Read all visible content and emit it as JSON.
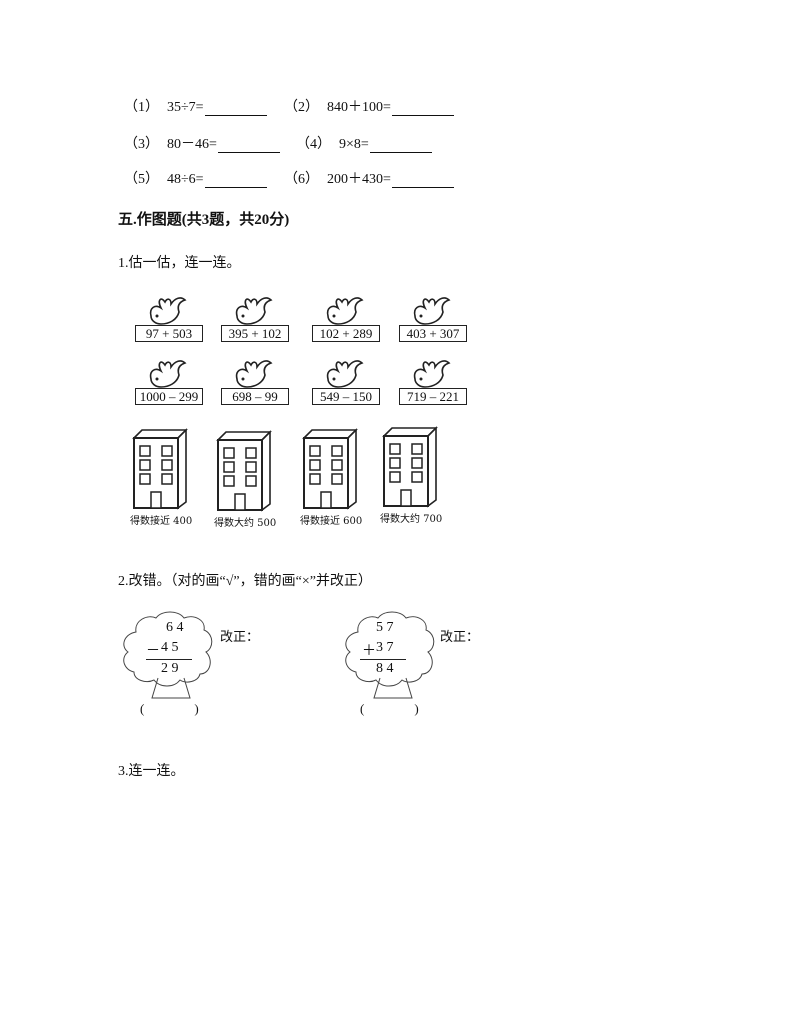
{
  "questions": [
    {
      "num": "（1）",
      "expr": "35÷7="
    },
    {
      "num": "（2）",
      "expr": "840＋100="
    },
    {
      "num": "（3）",
      "expr": "80－46="
    },
    {
      "num": "（4）",
      "expr": "9×8="
    },
    {
      "num": "（5）",
      "expr": "48÷6="
    },
    {
      "num": "（6）",
      "expr": "200＋430="
    }
  ],
  "section": {
    "title": "五.作图题(共3题，共20分)"
  },
  "q1": {
    "prompt": "1.估一估，连一连。",
    "birds": [
      {
        "expr": "97 + 503"
      },
      {
        "expr": "395 + 102"
      },
      {
        "expr": "102 + 289"
      },
      {
        "expr": "403 + 307"
      },
      {
        "expr": "1000 – 299"
      },
      {
        "expr": "698 – 99"
      },
      {
        "expr": "549 – 150"
      },
      {
        "expr": "719 – 221"
      }
    ],
    "buildings": [
      {
        "label": "得数接近 400"
      },
      {
        "label": "得数大约 500"
      },
      {
        "label": "得数接近 600"
      },
      {
        "label": "得数大约 700"
      }
    ]
  },
  "q2": {
    "prompt": "2.改错。（对的画“√”，错的画“×”并改正）",
    "trees": [
      {
        "top": "6 4",
        "op": "－",
        "second": "4 5",
        "result": "2 9",
        "fix_label": "改正：",
        "paren": "(　　)"
      },
      {
        "top": "5 7",
        "op": "＋",
        "second": "3 7",
        "result": "8 4",
        "fix_label": "改正：",
        "paren": "(　　)"
      }
    ]
  },
  "q3": {
    "prompt": "3.连一连。"
  }
}
